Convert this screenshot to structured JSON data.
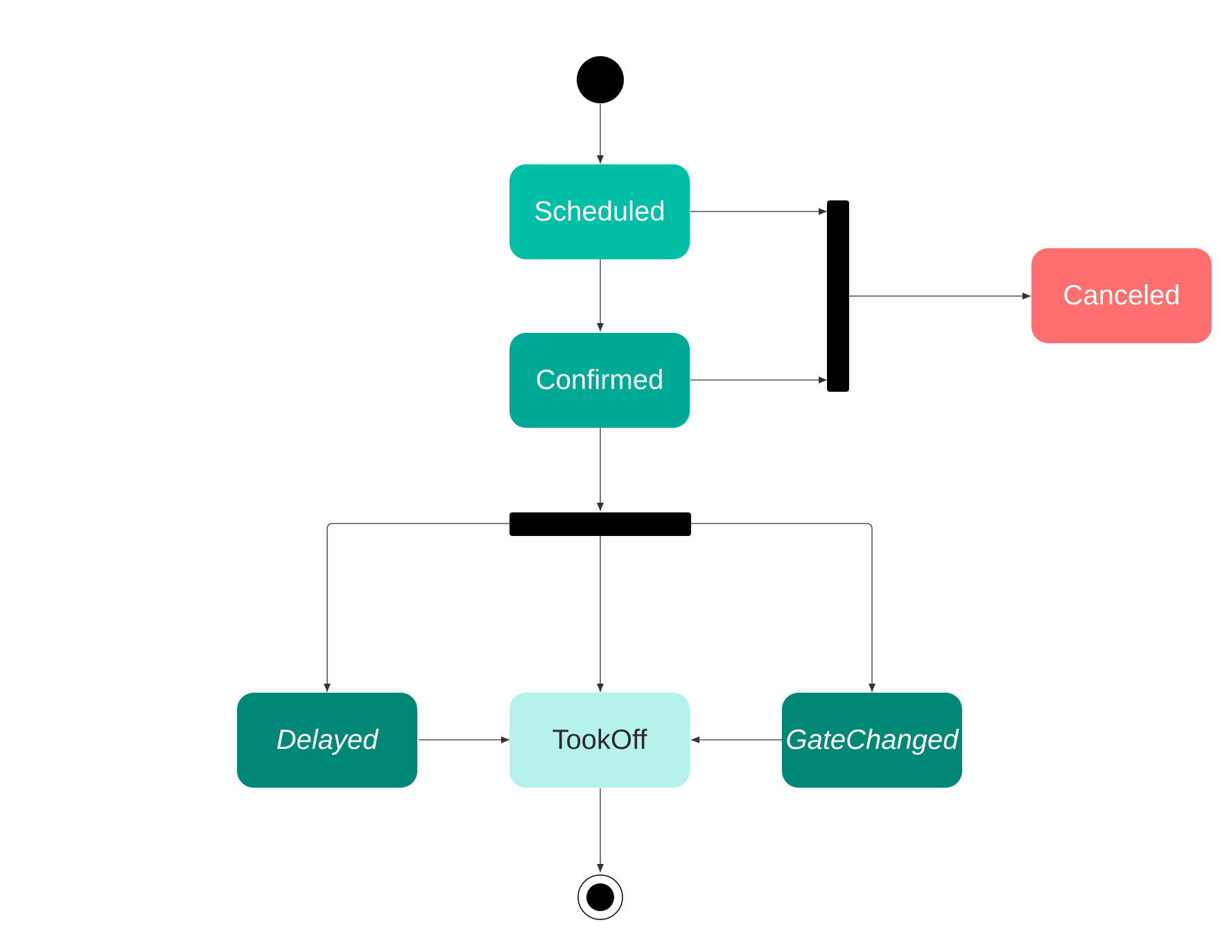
{
  "diagram": {
    "type": "uml-state-machine",
    "initial": "initial-node",
    "final": "final-node",
    "states": {
      "scheduled": {
        "label": "Scheduled",
        "fill": "#00BFA6",
        "text_color": "#FFFFFF",
        "italic": false
      },
      "confirmed": {
        "label": "Confirmed",
        "fill": "#00A896",
        "text_color": "#FFFFFF",
        "italic": false
      },
      "canceled": {
        "label": "Canceled",
        "fill": "#FF6F6F",
        "text_color": "#FFFFFF",
        "italic": false
      },
      "delayed": {
        "label": "Delayed",
        "fill": "#008775",
        "text_color": "#FFFFFF",
        "italic": true
      },
      "tookoff": {
        "label": "TookOff",
        "fill": "#B5F2EA",
        "text_color": "#2B2B2B",
        "italic": false
      },
      "gatechanged": {
        "label": "GateChanged",
        "fill": "#008775",
        "text_color": "#FFFFFF",
        "italic": true
      }
    },
    "bars": [
      "join-bar",
      "fork-bar"
    ],
    "transitions": [
      {
        "from": "initial",
        "to": "scheduled"
      },
      {
        "from": "scheduled",
        "to": "confirmed"
      },
      {
        "from": "scheduled",
        "to": "join-bar"
      },
      {
        "from": "confirmed",
        "to": "join-bar"
      },
      {
        "from": "join-bar",
        "to": "canceled"
      },
      {
        "from": "confirmed",
        "to": "fork-bar"
      },
      {
        "from": "fork-bar",
        "to": "delayed"
      },
      {
        "from": "fork-bar",
        "to": "tookoff"
      },
      {
        "from": "fork-bar",
        "to": "gatechanged"
      },
      {
        "from": "delayed",
        "to": "tookoff"
      },
      {
        "from": "gatechanged",
        "to": "tookoff"
      },
      {
        "from": "tookoff",
        "to": "final"
      }
    ],
    "colors": {
      "line": "#333333",
      "pseudostate": "#000000"
    }
  }
}
